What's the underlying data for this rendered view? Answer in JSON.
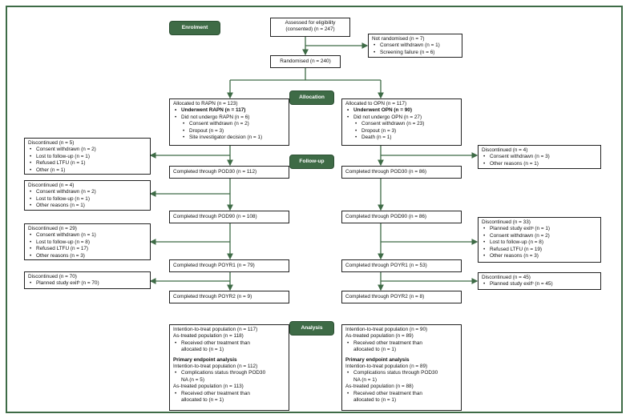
{
  "stages": {
    "enrolment": "Enrolment",
    "allocation": "Allocation",
    "followup": "Follow-up",
    "analysis": "Analysis"
  },
  "assessed": {
    "line1": "Assessed for eligibility",
    "line2": "(consented) (n = 247)"
  },
  "not_randomised": {
    "title": "Not randomised (n = 7)",
    "items": [
      "Consent withdrawn (n = 1)",
      "Screening failure (n = 6)"
    ]
  },
  "randomised": "Randomised (n = 240)",
  "rapn_alloc": {
    "title": "Allocated to RAPN (n = 123)",
    "items": [
      "Underwent RAPN (n = 117)",
      "Did not undergo RAPN (n = 6)"
    ],
    "sub": [
      "Consent withdrawn (n = 2)",
      "Dropout (n = 3)",
      "Site investigator decision (n = 1)"
    ]
  },
  "opn_alloc": {
    "title": "Allocated to OPN (n = 117)",
    "items": [
      "Underwent OPN (n = 90)",
      "Did not undergo OPN (n = 27)"
    ],
    "sub": [
      "Consent withdrawn (n = 23)",
      "Dropout (n = 3)",
      "Death (n = 1)"
    ]
  },
  "left_disc": [
    {
      "title": "Discontinued (n = 5)",
      "items": [
        "Consent withdrawn (n = 2)",
        "Lost to follow-up (n = 1)",
        "Refused LTFU (n = 1)",
        "Other (n = 1)"
      ]
    },
    {
      "title": "Discontinued (n = 4)",
      "items": [
        "Consent withdrawn (n = 2)",
        "Lost to follow-up (n = 1)",
        "Other reasons (n = 1)"
      ]
    },
    {
      "title": "Discontinued (n = 29)",
      "items": [
        "Consent withdrawn (n = 1)",
        "Lost to follow-up (n = 8)",
        "Refused LTFU (n = 17)",
        "Other reasons (n = 3)"
      ]
    },
    {
      "title": "Discontinued (n = 70)",
      "items": [
        "Planned study exitᵇ (n = 70)"
      ]
    }
  ],
  "right_disc": [
    {
      "title": "Discontinued (n = 4)",
      "items": [
        "Consent withdrawn (n = 3)",
        "Other reasons (n = 1)"
      ]
    },
    {
      "title": "Discontinued (n = 33)",
      "items": [
        "Planned study exitᵃ (n = 1)",
        "Consent withdrawn (n = 2)",
        "Lost to follow-up (n = 8)",
        "Refused LTFU (n = 19)",
        "Other reasons (n = 3)"
      ]
    },
    {
      "title": "Discontinued (n = 45)",
      "items": [
        "Planned study exitᵇ (n = 45)"
      ]
    }
  ],
  "rapn_completed": [
    "Completed through POD30 (n = 112)",
    "Completed through POD90 (n = 108)",
    "Completed through POYR1 (n = 79)",
    "Completed through POYR2 (n = 9)"
  ],
  "opn_completed": [
    "Completed through POD30 (n = 86)",
    "Completed through POD90 (n = 86)",
    "Completed through POYR1 (n = 53)",
    "Completed through POYR2 (n = 8)"
  ],
  "rapn_analysis": {
    "itt": "Intention-to-treat population (n = 117)",
    "at": "As-treated population (n = 118)",
    "at_item": [
      "Received other treatment than",
      "allocated to (n = 1)"
    ],
    "pea": "Primary endpoint analysis",
    "itt2": "Intention-to-treat population (n = 112)",
    "itt2_item": [
      "Complications status through POD30",
      "NA (n = 5)"
    ],
    "at2": "As-treated population (n = 113)",
    "at2_item": [
      "Received other treatment than",
      "allocated to (n = 1)"
    ]
  },
  "opn_analysis": {
    "itt": "Intention-to-treat population (n = 90)",
    "at": "As-treated population (n = 89)",
    "at_item": [
      "Received other treatment than",
      "allocated to (n = 1)"
    ],
    "pea": "Primary endpoint analysis",
    "itt2": "Intention-to-treat population (n = 89)",
    "itt2_item": [
      "Complications status through POD30",
      "NA (n = 1)"
    ],
    "at2": "As-treated population (n = 88)",
    "at2_item": [
      "Received other treatment than",
      "allocated to (n = 1)"
    ]
  },
  "colors": {
    "accent": "#3e6b46",
    "line": "#3e6b46"
  }
}
